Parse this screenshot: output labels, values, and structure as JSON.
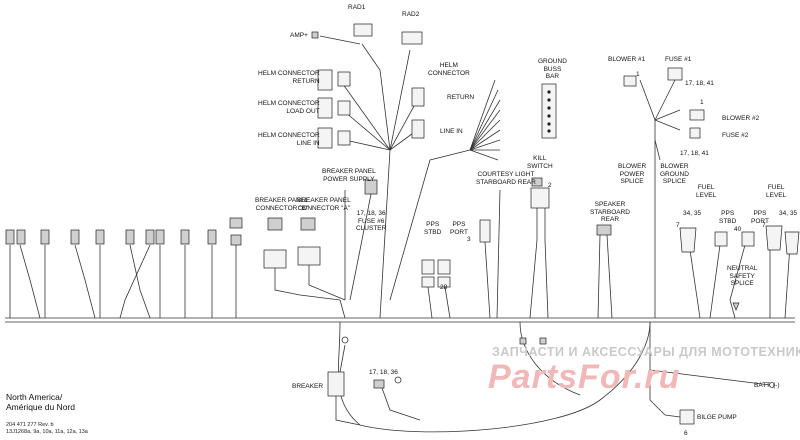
{
  "labels": {
    "rad1": "RAD1",
    "rad2": "RAD2",
    "amp": "AMP+",
    "helm_return": "HELM CONNECTOR\nRETURN",
    "helm_load_out": "HELM CONNECTOR\nLOAD OUT",
    "helm_line_in": "HELM CONNECTOR\nLINE IN",
    "helm_connector": "HELM\nCONNECTOR",
    "return": "RETURN",
    "line_in": "LINE IN",
    "ground_buss_bar": "GROUND\nBUSS\nBAR",
    "blower1": "BLOWER #1",
    "fuse1": "FUSE #1",
    "fuse1_ref": "17, 18, 41",
    "num1a": "1",
    "num1b": "1",
    "blower2": "BLOWER #2",
    "fuse2": "FUSE #2",
    "fuse2_ref": "17, 18, 41",
    "blower_power_splice": "BLOWER\nPOWER\nSPLICE",
    "blower_ground_splice": "BLOWER\nGROUND\nSPLICE",
    "kill_switch": "KILL\nSWITCH",
    "num2": "2",
    "courtesy_light": "COURTESY LIGHT\nSTARBOARD REAR",
    "breaker_panel_power": "BREAKER PANEL\nPOWER SUPPLY",
    "fuse6": "17, 18, 36\nFUSE #6\nCLUSTER",
    "breaker_panel_b": "BREAKER PANEL\nCONNECTOR \"B\"",
    "breaker_panel_a": "BREAKER PANEL\nCONNECTOR \"A\"",
    "pps_stbd": "PPS\nSTBD",
    "pps_port": "PPS\nPORT",
    "num3": "3",
    "num28": "28",
    "speaker_starboard_rear": "SPEAKER\nSTARBOARD\nREAR",
    "fuel_level_left": "FUEL\nLEVEL",
    "fuel_level_right": "FUEL\nLEVEL",
    "ref_34_35_left": "34, 35",
    "ref_34_35_right": "34, 35",
    "num7_left": "7",
    "num7_right": "7",
    "pps_stbd_right": "PPS\nSTBD",
    "pps_port_right": "PPS\nPORT",
    "num40": "40",
    "neutral_safety_splice": "NEUTRAL\nSAFETY\nSPLICE",
    "breaker": "BREAKER",
    "breaker_ref": "17, 18, 36",
    "batt": "BATT. (-)",
    "bilge_pump": "BILGE PUMP",
    "num6": "6",
    "region": "North America/\nAmérique du Nord",
    "doc_ref": "204 471 277 Rev. b\n13J1268a, 9a, 10a, 11a, 12a, 13a",
    "watermark_text": "ЗАПЧАСТИ И АКСЕССУАРЫ ДЛЯ МОТОТЕХНИКИ",
    "watermark_logo": "PartsFor.ru"
  },
  "colors": {
    "wire": "#333333",
    "watermark_text": "#c9c9c9",
    "watermark_logo": "#f2b8b8"
  }
}
